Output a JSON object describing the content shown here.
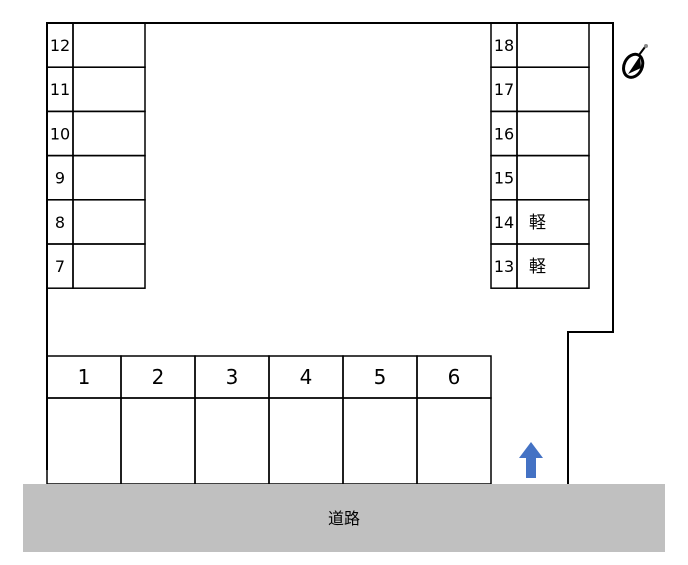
{
  "left_column": [
    {
      "number": "12",
      "note": ""
    },
    {
      "number": "11",
      "note": ""
    },
    {
      "number": "10",
      "note": ""
    },
    {
      "number": "9",
      "note": ""
    },
    {
      "number": "8",
      "note": ""
    },
    {
      "number": "7",
      "note": ""
    }
  ],
  "right_column": [
    {
      "number": "18",
      "note": ""
    },
    {
      "number": "17",
      "note": ""
    },
    {
      "number": "16",
      "note": ""
    },
    {
      "number": "15",
      "note": ""
    },
    {
      "number": "14",
      "note": "軽"
    },
    {
      "number": "13",
      "note": "軽"
    }
  ],
  "bottom_row": [
    "1",
    "2",
    "3",
    "4",
    "5",
    "6"
  ],
  "road_label": "道路",
  "icons": {
    "compass": "north-compass-icon",
    "entrance": "up-arrow-icon"
  },
  "colors": {
    "road": "#c0c0c0",
    "arrow": "#4472c4"
  }
}
